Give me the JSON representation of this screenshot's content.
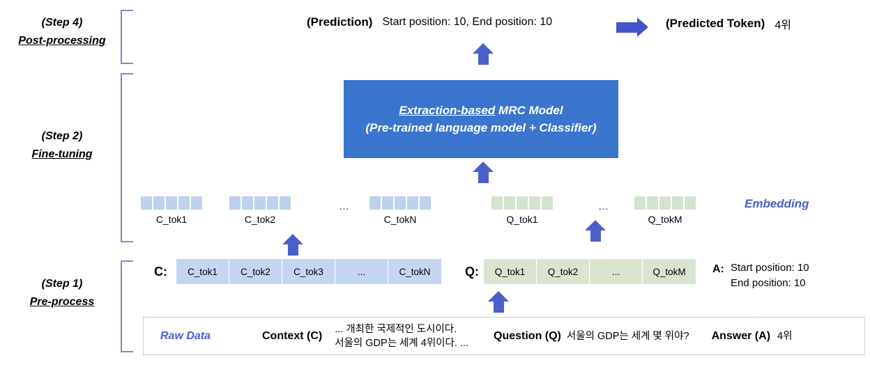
{
  "steps": [
    {
      "id": "step4",
      "title": "(Step 4)",
      "name": "Post-processing"
    },
    {
      "id": "step2",
      "title": "(Step 2)",
      "name": "Fine-tuning"
    },
    {
      "id": "step1",
      "title": "(Step 1)",
      "name": "Pre-process"
    }
  ],
  "prediction": {
    "label": "(Prediction)",
    "value": "Start position: 10,  End position: 10",
    "arrow": "right-arrow-icon",
    "token_label": "(Predicted Token)",
    "token_value": "4위"
  },
  "model": {
    "line1_underlined": "Extraction-based",
    "line1_rest": " MRC Model",
    "line2": "(Pre-trained language model + Classifier)",
    "color": "#3A76CE"
  },
  "embedding": {
    "word": "Embedding",
    "word_color": "#4A5FC9",
    "ellipsis": "…",
    "context_color": "#BDD0EE",
    "question_color": "#D3E3CC",
    "cells_per_group": 5,
    "context_groups": [
      {
        "label": "C_tok1"
      },
      {
        "label": "C_tok2"
      },
      {
        "label": "C_tokN"
      }
    ],
    "question_groups": [
      {
        "label": "Q_tok1"
      },
      {
        "label": "Q_tokM"
      }
    ]
  },
  "tokens": {
    "context_label": "C:",
    "context_cells": [
      "C_tok1",
      "C_tok2",
      "C_tok3",
      "...",
      "C_tokN"
    ],
    "question_label": "Q:",
    "question_cells": [
      "Q_tok1",
      "Q_tok2",
      "...",
      "Q_tokM"
    ],
    "answer_label": "A:",
    "answer_lines": [
      "Start position: 10",
      "End position: 10"
    ]
  },
  "raw_data": {
    "title": "Raw Data",
    "context_key": "Context (C)",
    "context_line1": "... 개최한 국제적인 도시이다.",
    "context_line2": "서울의 GDP는 세계 4위이다. ...",
    "question_key": "Question (Q)",
    "question_value": "서울의 GDP는 세계 몇 위야?",
    "answer_key": "Answer (A)",
    "answer_value": "4위"
  },
  "arrows": {
    "to_prediction": "up-arrow-icon",
    "to_model": "up-arrow-icon",
    "context_embed": "up-arrow-icon",
    "question_embed": "up-arrow-icon",
    "raw_to_tokens": "up-arrow-icon"
  }
}
